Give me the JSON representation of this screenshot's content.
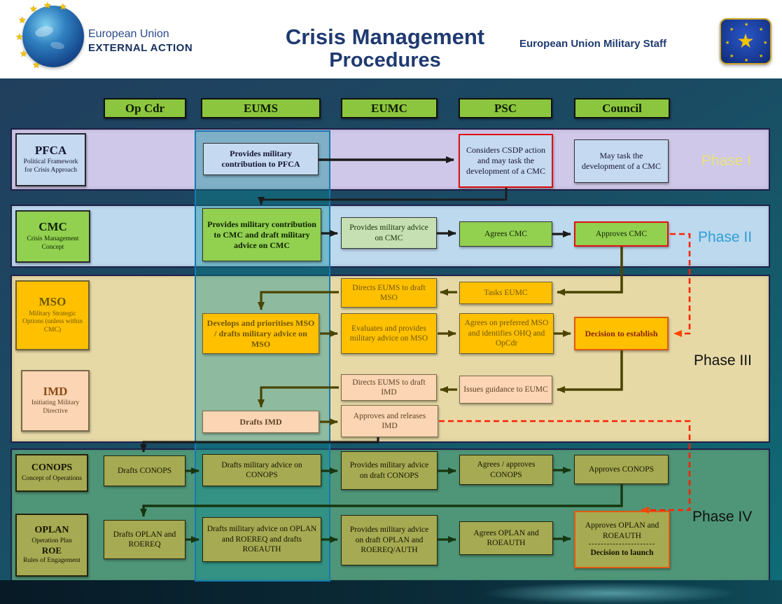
{
  "header": {
    "org_line1": "European Union",
    "org_line2": "EXTERNAL ACTION",
    "title_line1": "Crisis Management",
    "title_line2": "Procedures",
    "right_label": "European Union Military Staff"
  },
  "columns": [
    "Op Cdr",
    "EUMS",
    "EUMC",
    "PSC",
    "Council"
  ],
  "phase_labels": [
    {
      "text": "Phase I"
    },
    {
      "text": "Phase II"
    },
    {
      "text": "Phase III"
    },
    {
      "text": "Phase IV"
    }
  ],
  "row_labels": {
    "pfca": {
      "title": "PFCA",
      "subtitle": "Political Framework for Crisis Approach"
    },
    "cmc": {
      "title": "CMC",
      "subtitle": "Crisis Management Concept"
    },
    "mso": {
      "title": "MSO",
      "subtitle": "Military Strategic Options (unless within CMC)"
    },
    "imd": {
      "title": "IMD",
      "subtitle": "Initiating Military Directive"
    },
    "conops": {
      "title": "CONOPS",
      "subtitle": "Concept of Operations"
    },
    "oplan": {
      "title": "OPLAN",
      "subtitle": "Operation Plan",
      "title2": "ROE",
      "subtitle2": "Rules of Engagement"
    }
  },
  "nodes": {
    "pfca_eums": "Provides military contribution to PFCA",
    "pfca_psc": "Considers CSDP action and may task the development of a CMC",
    "pfca_council": "May task the development of a CMC",
    "cmc_eums": "Provides military contribution to CMC and draft military advice on CMC",
    "cmc_eumc": "Provides military advice on CMC",
    "cmc_psc": "Agrees CMC",
    "cmc_council": "Approves CMC",
    "mso_direct": "Directs EUMS to draft MSO",
    "mso_task": "Tasks EUMC",
    "mso_eums": "Develops and prioritises MSO / drafts military advice on MSO",
    "mso_eumc": "Evaluates and provides military advice on MSO",
    "mso_psc": "Agrees on preferred MSO and identifies OHQ and OpCdr",
    "mso_council": "Decision to establish",
    "imd_direct": "Directs EUMS to draft IMD",
    "imd_guidance": "Issues guidance to EUMC",
    "imd_eums": "Drafts IMD",
    "imd_eumc": "Approves and releases IMD",
    "conops_opcdr": "Drafts CONOPS",
    "conops_eums": "Drafts military advice on CONOPS",
    "conops_eumc": "Provides military advice on draft CONOPS",
    "conops_psc": "Agrees / approves CONOPS",
    "conops_council": "Approves CONOPS",
    "oplan_opcdr": "Drafts OPLAN and ROEREQ",
    "oplan_eums": "Drafts military advice on OPLAN and ROEREQ and drafts ROEAUTH",
    "oplan_eumc": "Provides military advice on draft OPLAN and ROEREQ/AUTH",
    "oplan_psc": "Agrees  OPLAN and ROEAUTH",
    "oplan_council_line1": "Approves OPLAN and ROEAUTH",
    "oplan_council_divider": "----------------------",
    "oplan_council_line2": "Decision to launch"
  },
  "colors": {
    "background_navy": "#1c3f63",
    "phase1_band": "#cfc8e8",
    "phase2_band": "#bdd9ee",
    "phase3_band": "#e6d9a6",
    "phase4_band": "#4f9679",
    "column_header_green": "#8cc63e",
    "blue_box": "#c5d9f1",
    "green_box": "#92d050",
    "light_green_box": "#c6e0b4",
    "amber_box": "#ffc000",
    "peach_box": "#fcd5b4",
    "olive_box": "#a6aa52",
    "red_border": "#e01010",
    "orange_border": "#e05a11",
    "red_dashed_arrow": "#ff2200",
    "eums_highlight": "#0a8c96",
    "phase1_label": "#e9e27e",
    "phase2_label": "#2e9fd4"
  }
}
